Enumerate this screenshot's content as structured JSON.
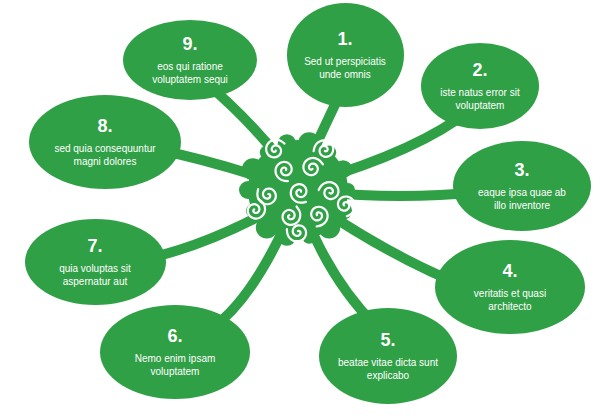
{
  "diagram": {
    "nodes": [
      {
        "text": [
          "1.",
          "Sed ut perspiciatis unde omnis"
        ]
      },
      {
        "text": [
          "2.",
          "iste natus error sit voluptatem"
        ]
      },
      {
        "text": [
          "3.",
          "eaque ipsa quae ab illo inventore"
        ]
      },
      {
        "text": [
          "4.",
          "veritatis et quasi architecto"
        ]
      },
      {
        "text": [
          "5.",
          "beatae vitae dicta sunt explicabo"
        ]
      },
      {
        "text": [
          "6.",
          "Nemo enim ipsam voluptatem"
        ]
      },
      {
        "text": [
          "7.",
          "quia voluptas sit aspernatur aut"
        ]
      },
      {
        "text": [
          "8.",
          "sed quia consequuntur magni dolores"
        ]
      },
      {
        "text": [
          "9.",
          "eos qui ratione voluptatem sequi"
        ]
      }
    ]
  }
}
